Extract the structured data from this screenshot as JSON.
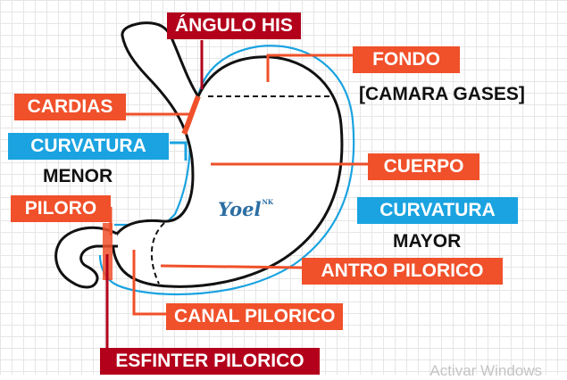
{
  "labels": {
    "angulo_his": "ÁNGULO HIS",
    "fondo": "FONDO",
    "camara_gases": "[CAMARA GASES]",
    "cardias": "CARDIAS",
    "curvatura_menor_1": "CURVATURA",
    "curvatura_menor_2": "MENOR",
    "cuerpo": "CUERPO",
    "piloro": "PILORO",
    "curvatura_mayor_1": "CURVATURA",
    "curvatura_mayor_2": "MAYOR",
    "antro_pilorico": "ANTRO PILORICO",
    "canal_pilorico": "CANAL PILORICO",
    "esfinter_pilorico": "ESFINTER PILORICO"
  },
  "logo": {
    "name": "Yoel",
    "suffix": "NK"
  },
  "watermark": "Activar Windows",
  "colors": {
    "dark_red": "#b3001b",
    "orange": "#f0502a",
    "blue": "#1aa3e0",
    "outline": "#111111"
  }
}
